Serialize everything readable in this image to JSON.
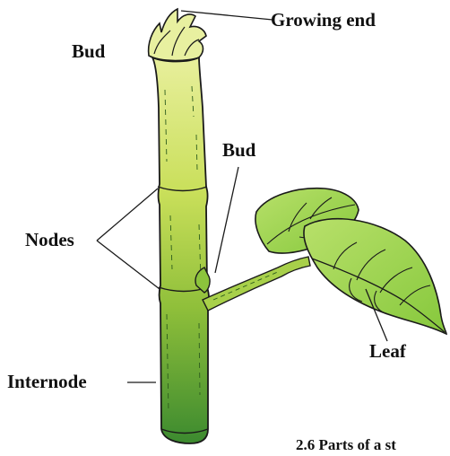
{
  "diagram": {
    "labels": {
      "growing_end": "Growing end",
      "bud_top": "Bud",
      "bud_side": "Bud",
      "nodes": "Nodes",
      "internode": "Internode",
      "leaf": "Leaf"
    },
    "caption": "2.6 Parts of a st"
  },
  "colors": {
    "stem_light": "#e6ee9a",
    "stem_mid": "#a9cc3c",
    "stem_dark": "#3f8a2e",
    "leaf_fill": "#9bd44a",
    "leaf_light": "#c2e47a",
    "outline": "#1a1a1a"
  }
}
